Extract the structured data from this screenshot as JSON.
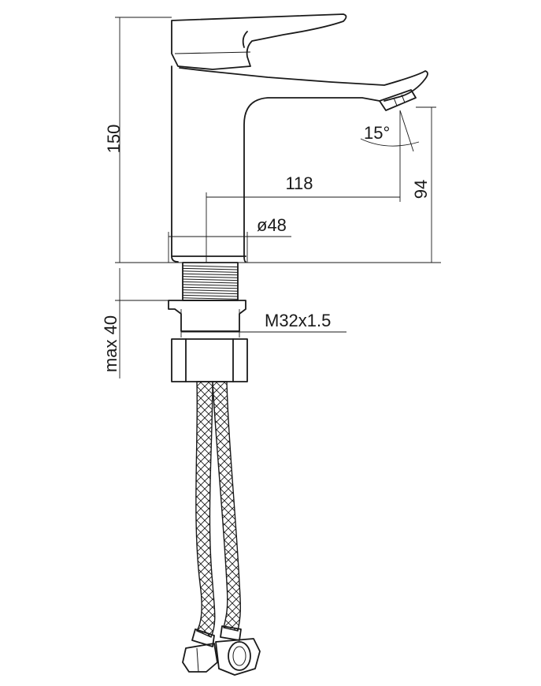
{
  "dimensions": {
    "height_total": "150",
    "spout_reach": "118",
    "spout_height": "94",
    "base_diameter": "ø48",
    "spout_angle": "15°",
    "thread": "M32x1.5",
    "max_thickness": "max 40"
  }
}
